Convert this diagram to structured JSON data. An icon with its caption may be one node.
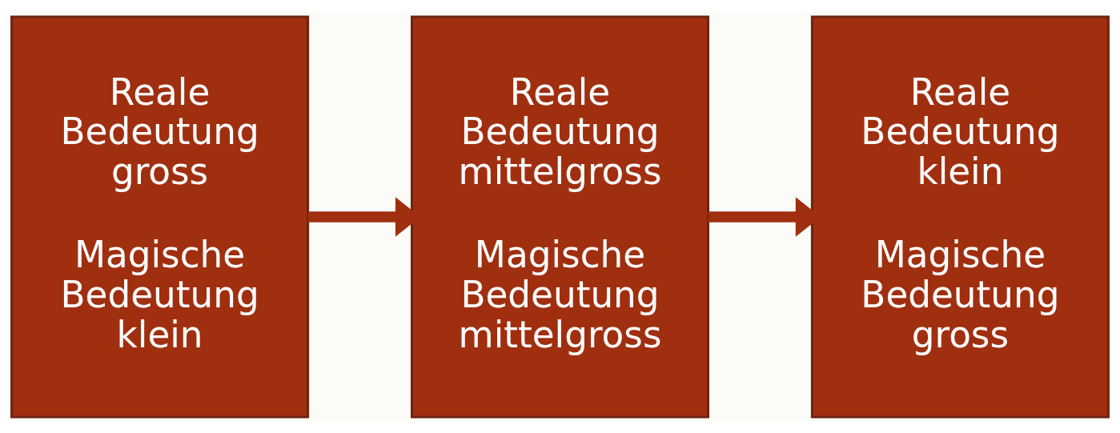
{
  "diagram": {
    "nodes": [
      {
        "text": [
          "Reale Bedeutung gross",
          "Magische Bedeutung klein"
        ]
      },
      {
        "text": [
          "Reale Bedeutung mittelgross",
          "Magische Bedeutung mittelgross"
        ]
      },
      {
        "text": [
          "Reale Bedeutung klein",
          "Magische Bedeutung gross"
        ]
      }
    ],
    "edges": [
      {
        "from": 0,
        "to": 1,
        "arrow": "to"
      },
      {
        "from": 1,
        "to": 2,
        "arrow": "to"
      }
    ]
  }
}
